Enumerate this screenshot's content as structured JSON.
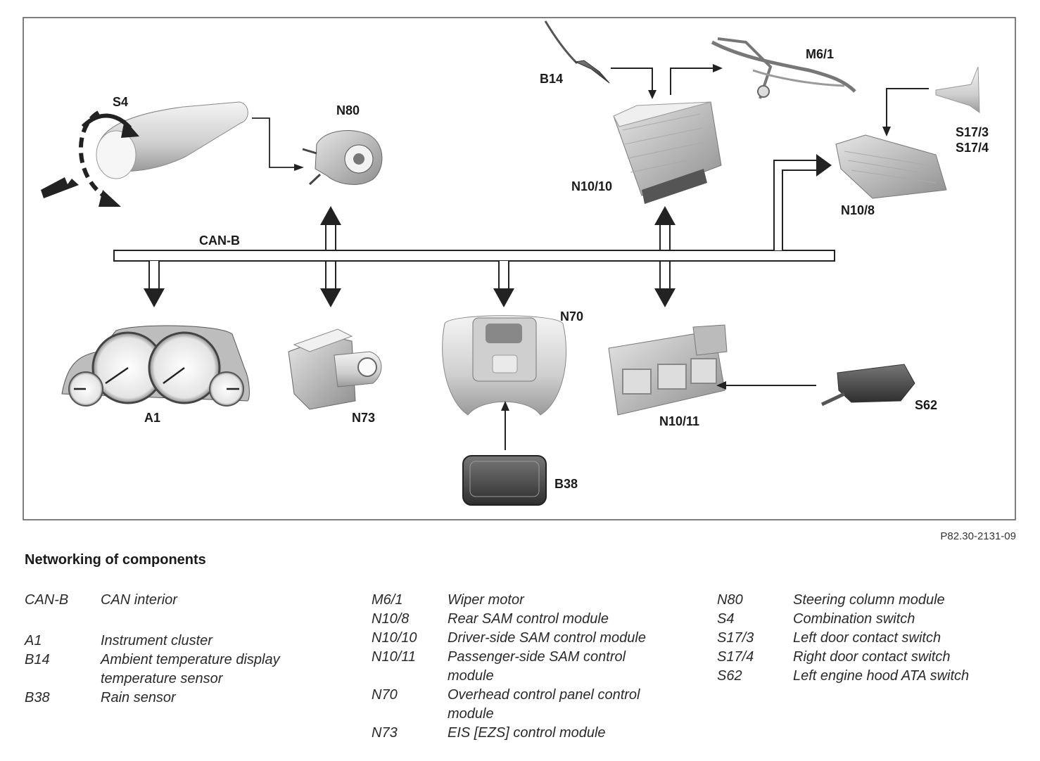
{
  "figure_ref": "P82.30-2131-09",
  "caption": "Networking of components",
  "diagram": {
    "bus_label": "CAN-B",
    "component_labels": {
      "S4": "S4",
      "N80": "N80",
      "B14": "B14",
      "M6_1": "M6/1",
      "N10_10": "N10/10",
      "S17_3": "S17/3",
      "S17_4": "S17/4",
      "N10_8": "N10/8",
      "A1": "A1",
      "N73": "N73",
      "N70": "N70",
      "N10_11": "N10/11",
      "S62": "S62",
      "B38": "B38"
    }
  },
  "legend": {
    "col1": [
      {
        "code": "CAN-B",
        "desc": "CAN interior"
      },
      {
        "code": "A1",
        "desc": "Instrument cluster"
      },
      {
        "code": "B14",
        "desc": "Ambient temperature display",
        "desc2": "temperature sensor"
      },
      {
        "code": "B38",
        "desc": "Rain sensor"
      }
    ],
    "col2": [
      {
        "code": "M6/1",
        "desc": "Wiper motor"
      },
      {
        "code": "N10/8",
        "desc": "Rear SAM control module"
      },
      {
        "code": "N10/10",
        "desc": "Driver-side SAM control module"
      },
      {
        "code": "N10/11",
        "desc": "Passenger-side SAM control",
        "desc2": "module"
      },
      {
        "code": "N70",
        "desc": "Overhead control panel control",
        "desc2": "module"
      },
      {
        "code": "N73",
        "desc": "EIS [EZS] control module"
      }
    ],
    "col3": [
      {
        "code": "N80",
        "desc": "Steering column module"
      },
      {
        "code": "S4",
        "desc": "Combination switch"
      },
      {
        "code": "S17/3",
        "desc": "Left door contact switch"
      },
      {
        "code": "S17/4",
        "desc": "Right door contact switch"
      },
      {
        "code": "S62",
        "desc": "Left engine hood ATA switch"
      }
    ]
  }
}
